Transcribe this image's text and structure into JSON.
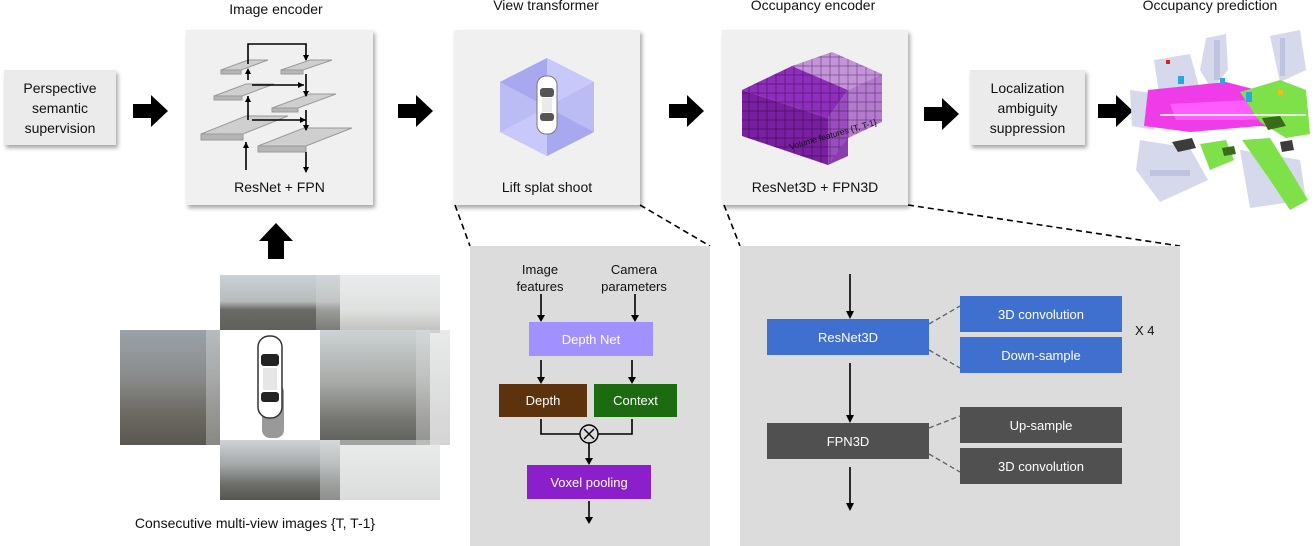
{
  "titles": {
    "image_encoder": "Image encoder",
    "view_transformer": "View transformer",
    "occupancy_encoder": "Occupancy encoder",
    "occupancy_prediction": "Occupancy prediction"
  },
  "boxes": {
    "perspective": "Perspective\nsemantic\nsupervision",
    "localization": "Localization\nambiguity\nsuppression"
  },
  "panels": {
    "image_encoder_label": "ResNet + FPN",
    "view_transformer_label": "Lift splat shoot",
    "occupancy_encoder_label": "ResNet3D + FPN3D",
    "volume_features": "Volume features {T, T-1}"
  },
  "input_caption": "Consecutive multi-view images {T, T-1}",
  "lss_detail": {
    "image_features": "Image\nfeatures",
    "camera_parameters": "Camera\nparameters",
    "depth_net": "Depth Net",
    "depth": "Depth",
    "context": "Context",
    "multiply": "×",
    "voxel_pooling": "Voxel pooling"
  },
  "occ_detail": {
    "resnet3d": "ResNet3D",
    "fpn3d": "FPN3D",
    "conv3d_a": "3D convolution",
    "downsample": "Down-sample",
    "repeat": "X 4",
    "upsample": "Up-sample",
    "conv3d_b": "3D convolution"
  },
  "colors": {
    "depth_net": "#a190ff",
    "depth": "#5c330c",
    "context": "#1c6b10",
    "voxel_pooling": "#8c1fcc",
    "resnet3d": "#3f6fcf",
    "fpn3d": "#505050",
    "volume_purple": "#7a1fa2",
    "volume_lavender": "#b57ad0"
  }
}
